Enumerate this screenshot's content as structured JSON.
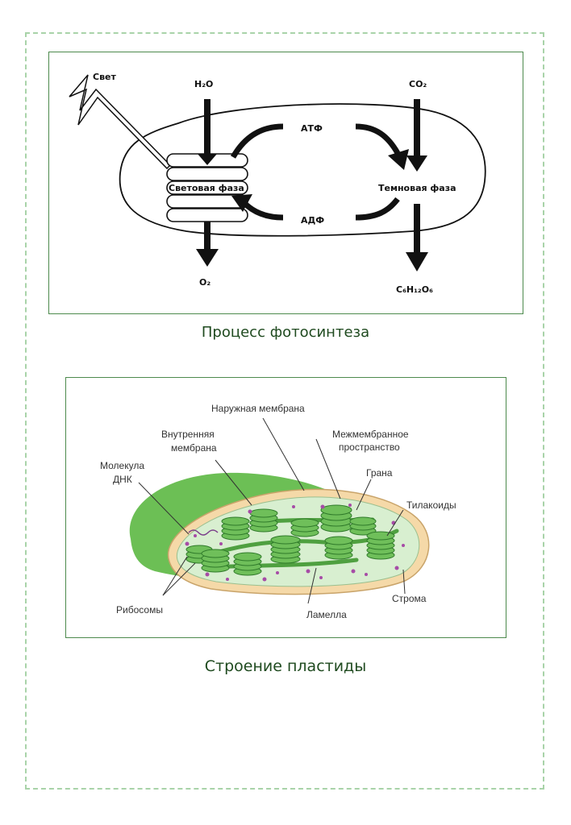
{
  "photosynthesis": {
    "light": "Свет",
    "water": "H₂O",
    "co2": "CO₂",
    "atp": "АТФ",
    "adp": "АДФ",
    "light_phase": "Световая фаза",
    "dark_phase": "Темновая фаза",
    "oxygen": "O₂",
    "glucose": "C₆H₁₂O₆",
    "caption": "Процесс фотосинтеза"
  },
  "plastid": {
    "outer_membrane": "Наружная мембрана",
    "inner_membrane_1": "Внутренняя",
    "inner_membrane_2": "мембрана",
    "intermembrane_1": "Межмембранное",
    "intermembrane_2": "пространство",
    "dna_1": "Молекула",
    "dna_2": "ДНК",
    "grana": "Грана",
    "thylakoids": "Тилакоиды",
    "ribosomes": "Рибосомы",
    "lamella": "Ламелла",
    "stroma": "Строма",
    "caption": "Строение пластиды"
  },
  "colors": {
    "frame": "#a9d3a9",
    "panel_border": "#4d8a4d",
    "caption": "#1f4a1f",
    "plastid_green": "#6fbf5a",
    "plastid_dark": "#3f8e35",
    "envelope": "#f5d9a8",
    "ribosome": "#a64ca6"
  }
}
